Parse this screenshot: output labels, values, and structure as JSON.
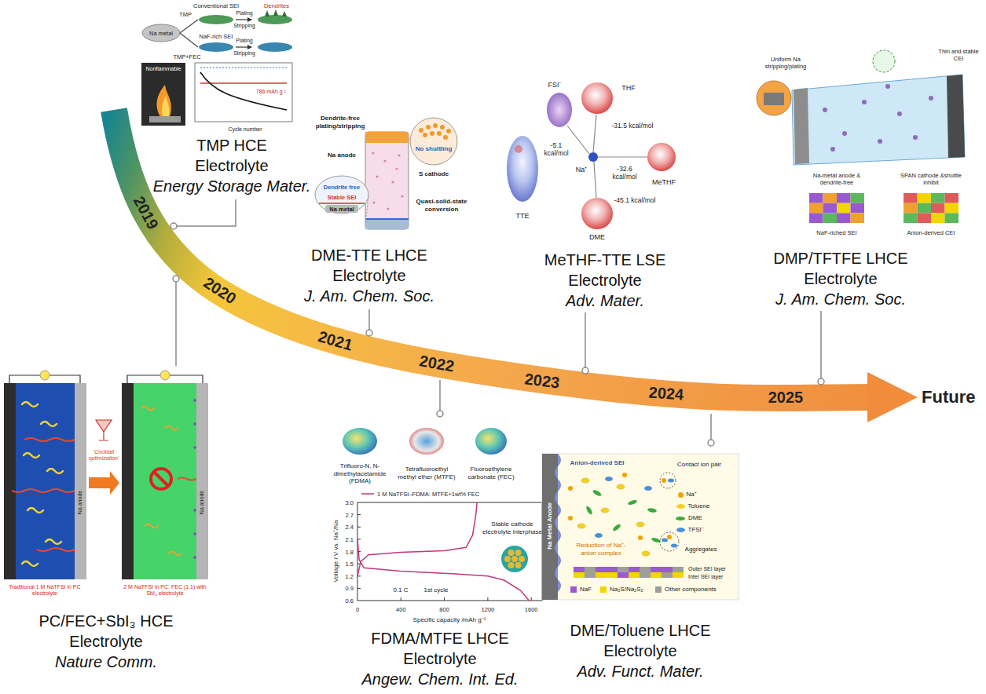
{
  "diagram": {
    "nodes": [
      {
        "text": [
          "TMP HCE",
          "Electrolyte",
          "Energy Storage Mater."
        ]
      },
      {
        "text": [
          "PC/FEC+SbI₃ HCE",
          "Electrolyte",
          "Nature Comm."
        ]
      },
      {
        "text": [
          "DME-TTE LHCE",
          "Electrolyte",
          "J. Am. Chem. Soc."
        ]
      },
      {
        "text": [
          "FDMA/MTFE LHCE",
          "Electrolyte",
          "Angew. Chem. Int. Ed."
        ]
      },
      {
        "text": [
          "MeTHF-TTE LSE",
          "Electrolyte",
          "Adv. Mater."
        ]
      },
      {
        "text": [
          "DME/Toluene LHCE",
          "Electrolyte",
          "Adv. Funct. Mater."
        ]
      },
      {
        "text": [
          "DMP/TFTFE LHCE",
          "Electrolyte",
          "J. Am. Chem. Soc."
        ]
      }
    ],
    "labels": [
      "2019",
      "2020",
      "2021",
      "2022",
      "2023",
      "2024",
      "2025",
      "Future",
      "Na metal",
      "TMP",
      "Conventional SEI",
      "Dendrites",
      "Plating",
      "Stripping",
      "TMP+FEC",
      "NaF-rich SEI",
      "Plating",
      "Stripping",
      "Nonflammable",
      "786 mAh g⁻¹",
      "Cycle number",
      "'Cocktail optimization'",
      "Na anode",
      "Na anode",
      "Traditional 1 M NaTFSI in PC electrolyte",
      "2 M NaTFSI in PC: FEC (1:1) with SbI₃ electrolyte",
      "Dendrite-free plating/stripping",
      "No shuttling",
      "Na anode",
      "S cathode",
      "Dendrite free",
      "Stable SEI",
      "Na metal",
      "Quasi-solid-state conversion",
      "Trifluoro-N, N-dimethylacetamide (FDMA)",
      "Tetrafluoroethyl methyl ether (MTFE)",
      "Fluoroethylene carbonate (FEC)",
      "1 M NaTFSI–FDMA: MTFE+1wt% FEC",
      "Stable cathode electrolyte interphase",
      "0.1 C",
      "1st cycle",
      "Voltage / V vs. Na⁺/Na",
      "Specific capacity /mAh g⁻¹",
      "3.0",
      "2.7",
      "2.4",
      "2.1",
      "1.8",
      "1.5",
      "1.2",
      "0.9",
      "0.6",
      "0",
      "400",
      "800",
      "1200",
      "1600",
      "FSI⁻",
      "THF",
      "-31.5 kcal/mol",
      "-5.1 kcal/mol",
      "Na⁺",
      "-32.6 kcal/mol",
      "-45.1 kcal/mol",
      "MeTHF",
      "TTE",
      "DME",
      "Anion-derived SEI",
      "Na Metal Anode",
      "Contact ion pair",
      "Reduction of Na⁺-anion complex",
      "Aggregates",
      "Outer SEI layer",
      "Inter SEI layer",
      "Uniform Na stripping/plating",
      "Thin and stable CEI",
      "Na-metal anode & dendrite-free",
      "SPAN cathode &shuttle inhibit",
      "NaF-riched SEI",
      "Anion-derived CEI"
    ],
    "legend": [
      {
        "text": "Na⁺",
        "color": "#f4a300"
      },
      {
        "text": "Toluene",
        "color": "#f5d020"
      },
      {
        "text": "DME",
        "color": "#3caa3c"
      },
      {
        "text": "TFSI⁻",
        "color": "#4a90d9"
      },
      {
        "text": "NaF",
        "color": "#9b59d0"
      },
      {
        "text": "Na₂S/Na₂S₂",
        "color": "#f2d600"
      },
      {
        "text": "Other components",
        "color": "#9e9e9e"
      }
    ]
  }
}
